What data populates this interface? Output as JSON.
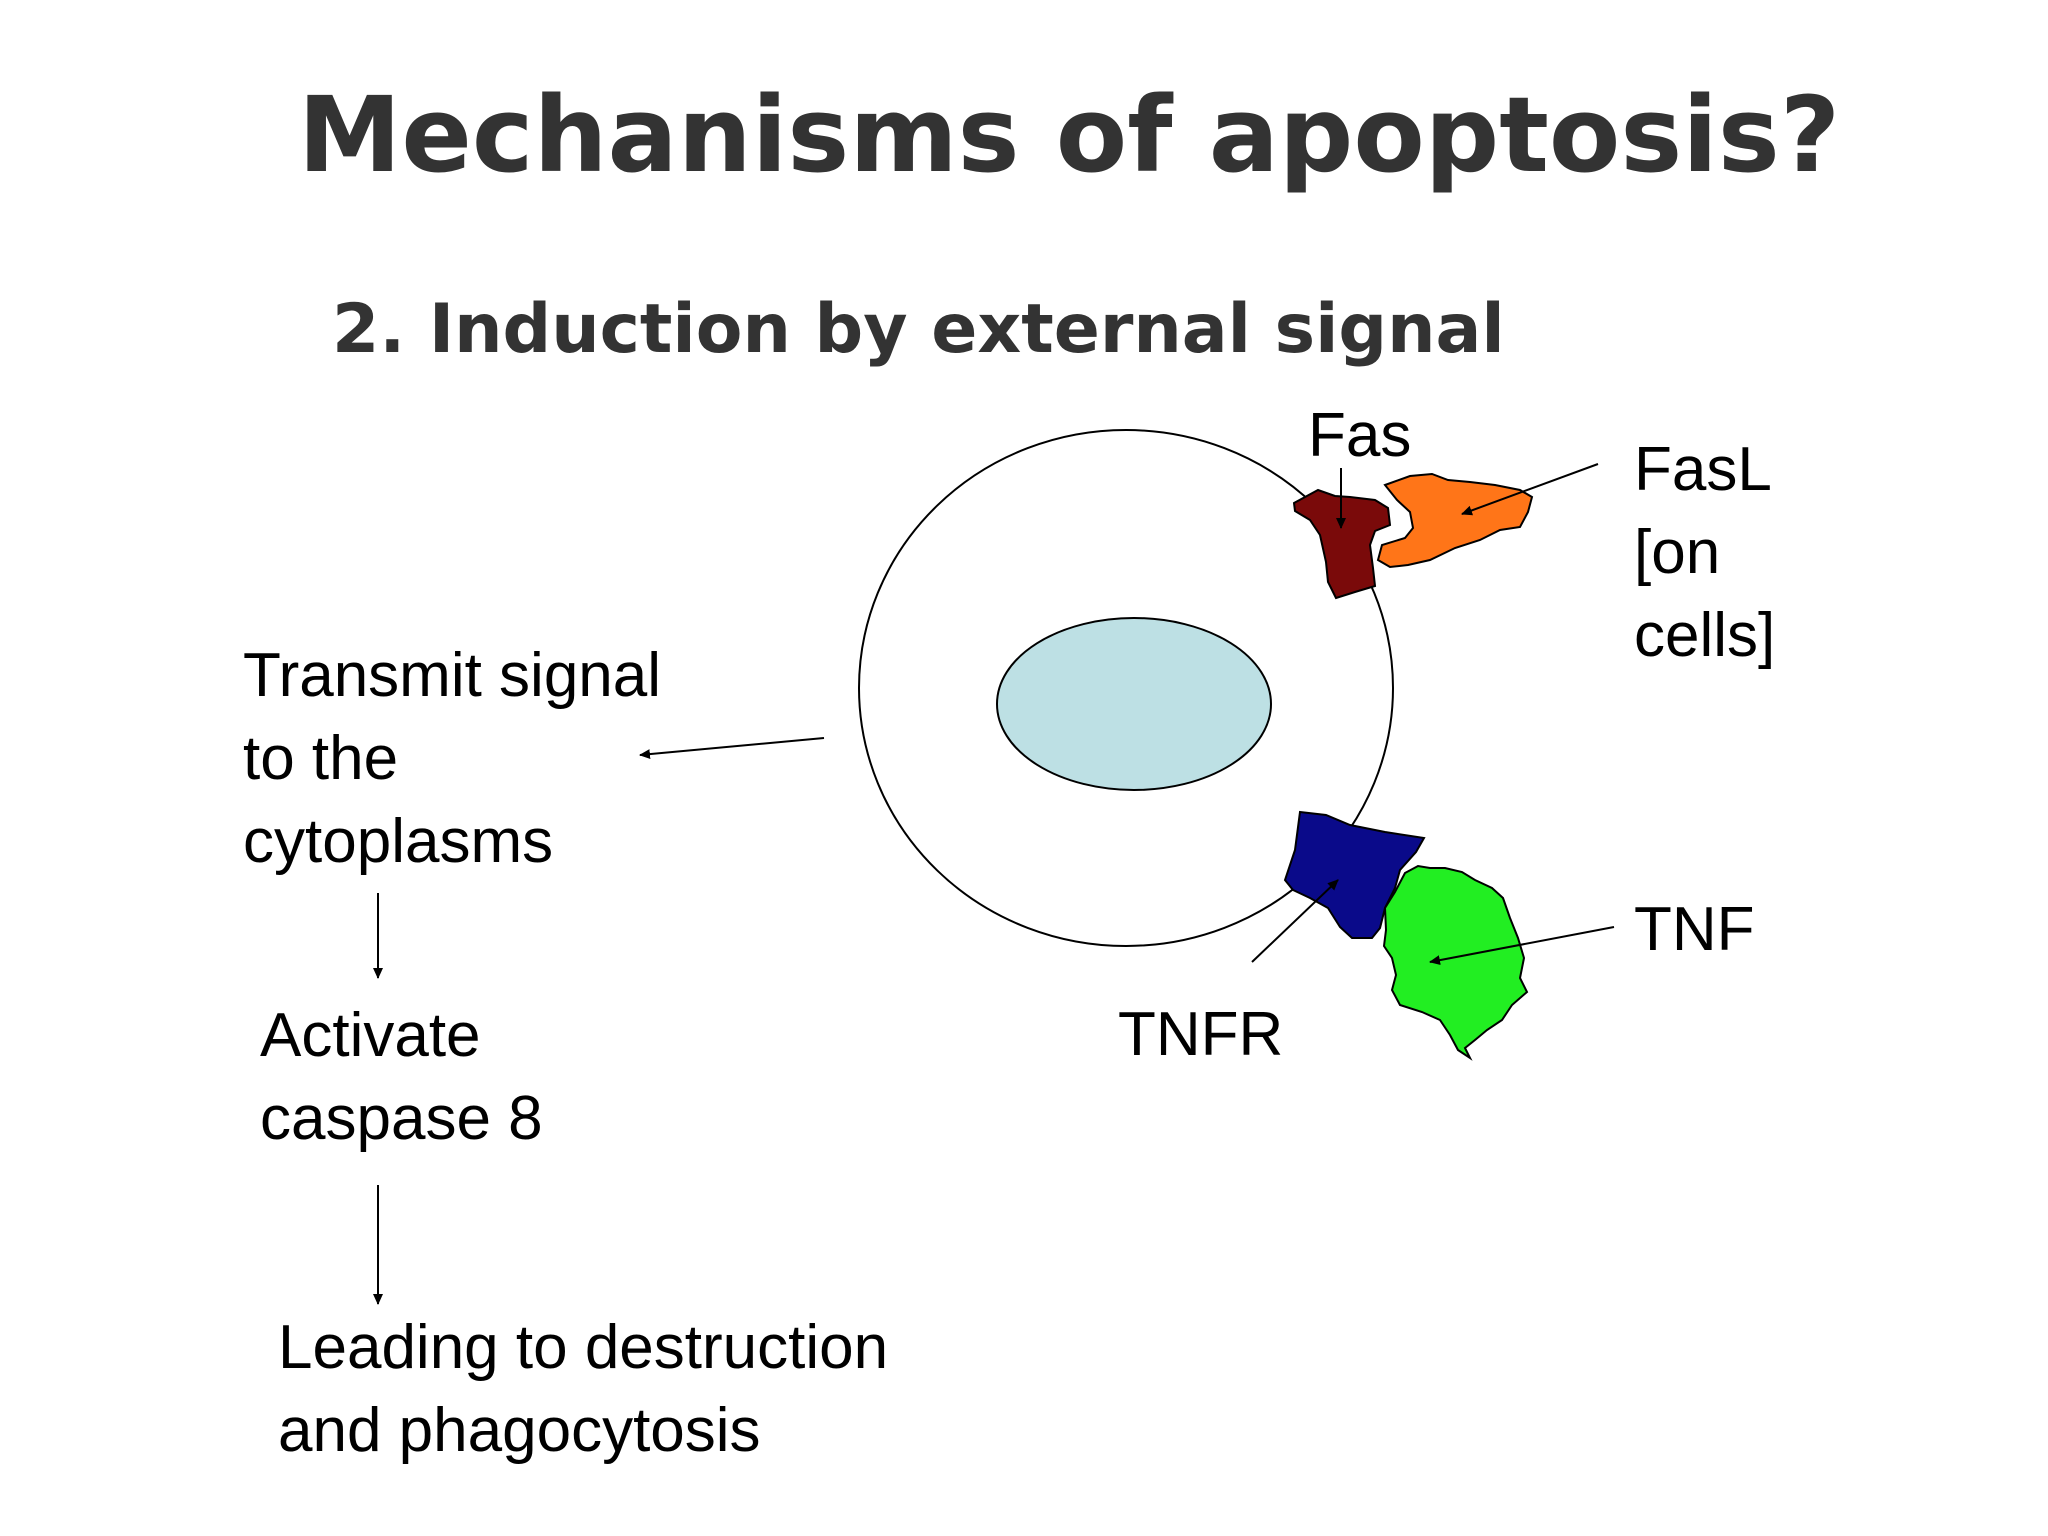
{
  "slide": {
    "title": "Mechanisms of apoptosis?",
    "subtitle": "2. Induction by external signal"
  },
  "steps": {
    "transmit": [
      "Transmit signal",
      "to the",
      "cytoplasms"
    ],
    "activate": [
      "Activate",
      "caspase 8"
    ],
    "leading": [
      "Leading to destruction",
      "and phagocytosis"
    ]
  },
  "labels": {
    "fas": "Fas",
    "fasl": [
      "FasL",
      "[on",
      "cells]"
    ],
    "tnf": "TNF",
    "tnfr": "TNFR"
  },
  "colors": {
    "text": "#000000",
    "title": "#333333",
    "nucleus": "#bde0e4",
    "fas": "#7a0a0a",
    "fasl": "#ff7518",
    "tnfr": "#0a0a8a",
    "tnf": "#22ee22"
  }
}
